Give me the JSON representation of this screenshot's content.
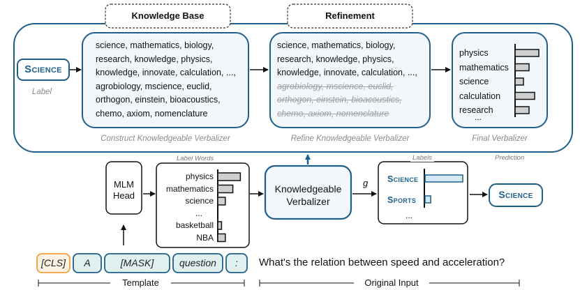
{
  "top_labels": {
    "knowledge_base": "Knowledge Base",
    "refinement": "Refinement"
  },
  "label_box": {
    "text": "Science",
    "caption": "Label"
  },
  "construct": {
    "words": [
      "science, mathematics, biology,",
      "research, knowledge, physics,",
      "knowledge, innovate, calculation, ...,",
      "agrobiology, mscience,  euclid,",
      "orthogon, einstein, bioacoustics,",
      "chemo, axiom, nomenclature"
    ],
    "caption": "Construct Knowledgeable Verbalizer"
  },
  "refine": {
    "words": [
      "science, mathematics, biology,",
      "research, knowledge, physics,",
      "knowledge, innovate, calculation, ...,"
    ],
    "struck_words": [
      "agrobiology, mscience,  euclid,",
      "orthogon, einstein, bioacoustics,",
      "chemo, axiom, nomenclature"
    ],
    "caption": "Refine Knowledgeable Verbalizer"
  },
  "final": {
    "words": [
      "physics",
      "mathematics",
      "science",
      "calculation",
      "research"
    ],
    "ellipsis": "...",
    "bar_values": [
      0.85,
      0.5,
      0.3,
      0.7,
      0.5
    ],
    "caption": "Final Verbalizer"
  },
  "prediction_caption": "Prediction",
  "mlm_head": {
    "line1": "MLM",
    "line2": "Head"
  },
  "label_words": {
    "title": "Label Words",
    "words": [
      "physics",
      "mathematics",
      "science",
      "...",
      "basketball",
      "NBA"
    ],
    "bar_values": [
      0.9,
      0.6,
      0.3,
      null,
      0.15,
      0.3
    ]
  },
  "kv": {
    "line1": "Knowledgeable",
    "line2": "Verbalizer"
  },
  "g_symbol": "g",
  "labels_box": {
    "title": "Labels",
    "items": [
      "Science",
      "Sports"
    ],
    "bar_values": [
      1.0,
      0.15
    ],
    "ellipsis": "..."
  },
  "output": {
    "text": "Science"
  },
  "template_tokens": [
    "[CLS]",
    "A",
    "[MASK]",
    "question",
    ":"
  ],
  "question": "What's the relation between speed and acceleration?",
  "bottom_labels": {
    "template": "Template",
    "original_input": "Original Input"
  },
  "colors": {
    "primary": "#1f5f8b",
    "panel_fill": "#f2f7fb",
    "token_fill": "#dff0ef",
    "cls_border": "#f2a03d",
    "bar_fill": "#cfcfcf"
  }
}
